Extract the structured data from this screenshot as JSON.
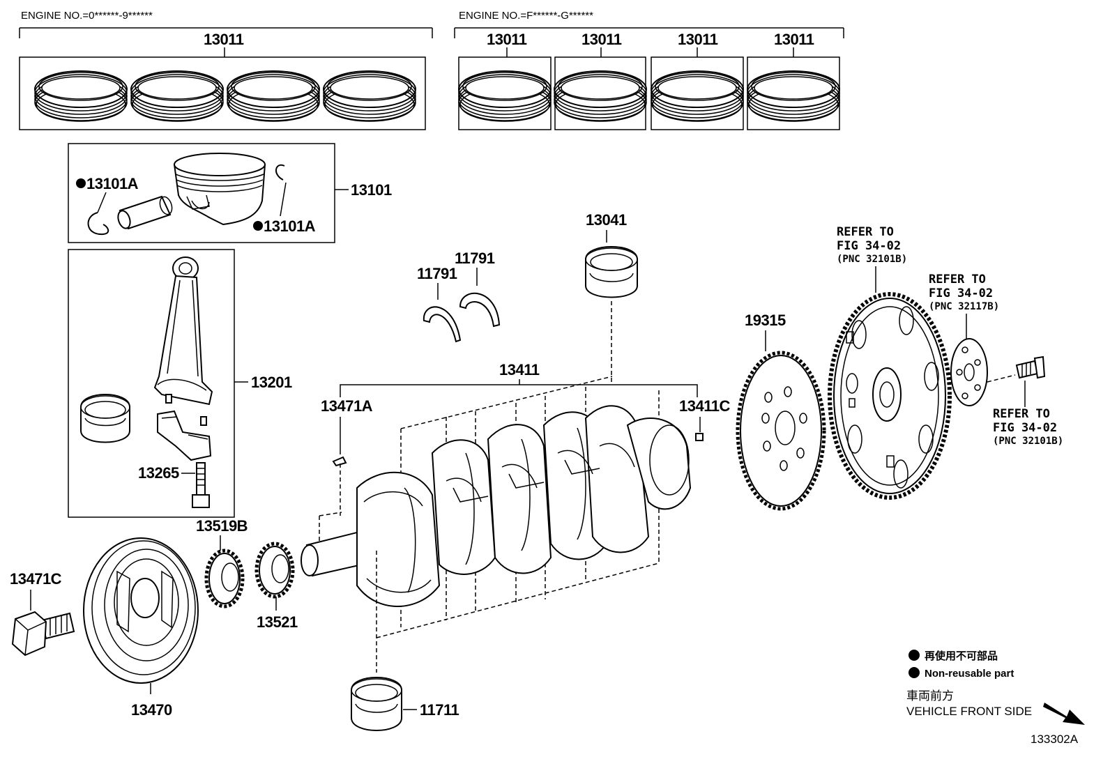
{
  "engine_ranges": {
    "left": "ENGINE NO.=0******-9******",
    "right": "ENGINE NO.=F******-G******"
  },
  "labels": {
    "ring_left": "13011",
    "ring_r1": "13011",
    "ring_r2": "13011",
    "ring_r3": "13011",
    "ring_r4": "13011",
    "snap_ring_a": "13101A",
    "snap_ring_b": "13101A",
    "piston_set": "13101",
    "conrod": "13201",
    "conrod_bolt": "13265",
    "crank_bearing_top": "13041",
    "thrust_washer_a": "11791",
    "thrust_washer_b": "11791",
    "crankshaft": "13411",
    "key_a": "13471A",
    "key_c_right": "13411C",
    "pulley_bolt": "13471C",
    "pulley": "13470",
    "gear_b": "13519B",
    "gear": "13521",
    "crank_bearing_bottom": "11711",
    "timing_rotor": "19315",
    "diagram_id": "133302A"
  },
  "refer": {
    "ref1": {
      "line1": "REFER TO",
      "line2": "FIG 34-02",
      "line3": "(PNC 32101B)"
    },
    "ref2": {
      "line1": "REFER TO",
      "line2": "FIG 34-02",
      "line3": "(PNC 32117B)"
    },
    "ref3": {
      "line1": "REFER TO",
      "line2": "FIG 34-02",
      "line3": "(PNC 32101B)"
    }
  },
  "legend": {
    "jp_nonreusable": "再使用不可部品",
    "en_nonreusable": "Non-reusable part",
    "jp_front": "車両前方",
    "en_front": "VEHICLE FRONT SIDE",
    "bullet_icon": "filled-circle-icon",
    "arrow_icon": "arrow-down-right-icon"
  }
}
